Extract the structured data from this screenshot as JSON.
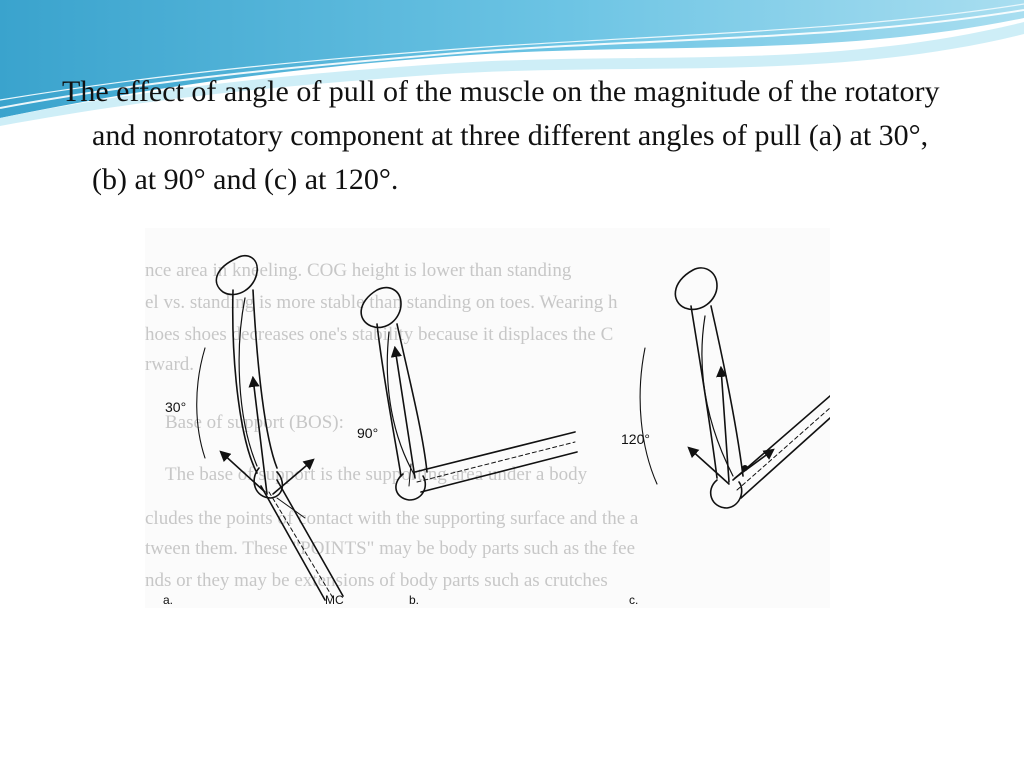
{
  "slide": {
    "body_text": "The effect of angle of pull of the muscle on the magnitude of the rotatory and nonrotatory component at three different angles of pull (a) at 30°, (b) at 90° and (c) at 120°."
  },
  "figure": {
    "panels": [
      {
        "angle_label": "30°",
        "letter": "a."
      },
      {
        "angle_label": "90°",
        "letter": "b."
      },
      {
        "angle_label": "120°",
        "letter": "c."
      }
    ],
    "panel_a_extra_label": "MC",
    "background_text_lines": [
      "",
      "nce area in kneeling. COG height  is lower than standing",
      "el  vs. standing  is more stable than standing on toes. Wearing h",
      "hoes  shoes decreases one's stability because it displaces the C",
      "rward.",
      "Base of support (BOS):",
      "The base of support  is the supporting area under a body",
      "cludes  the points of contact with the supporting surface and the a",
      "tween them. These \"POINTS\" may be body parts such as the fee",
      "nds or they may be extensions  of  body parts such as crutches"
    ]
  },
  "colors": {
    "wave_dark": "#3ba6cf",
    "wave_mid": "#7fcbe6",
    "wave_light": "#c6ebf6"
  }
}
